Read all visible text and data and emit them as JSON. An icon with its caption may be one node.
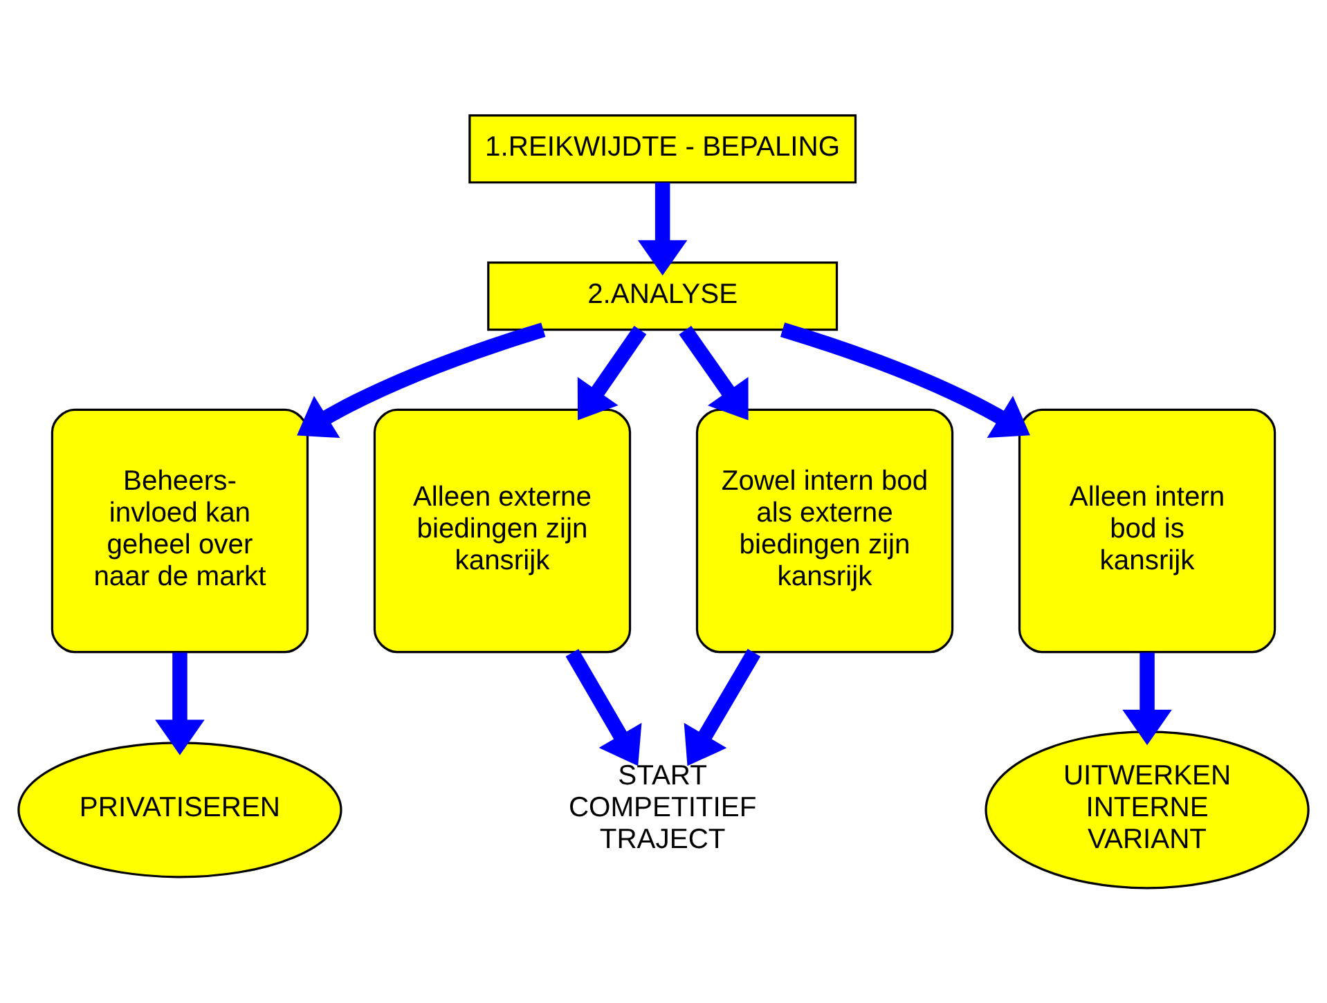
{
  "diagram": {
    "nodes": [
      {
        "text": [
          "1.REIKWIJDTE - BEPALING"
        ]
      },
      {
        "text": [
          "2.ANALYSE"
        ]
      },
      {
        "text": [
          "Beheers- invloed kan geheel over naar de markt"
        ]
      },
      {
        "text": [
          "Alleen externe biedingen zijn kansrijk"
        ]
      },
      {
        "text": [
          "Zowel intern bod als externe biedingen zijn kansrijk"
        ]
      },
      {
        "text": [
          "Alleen intern bod is kansrijk"
        ]
      },
      {
        "text": [
          "PRIVATISEREN"
        ]
      },
      {
        "text": [
          "START COMPETITIEF TRAJECT"
        ]
      },
      {
        "text": [
          "UITWERKEN INTERNE VARIANT"
        ]
      }
    ],
    "edges": [
      {
        "from": 0,
        "to": 1,
        "arrow": "to"
      },
      {
        "from": 1,
        "to": 2,
        "arrow": "to"
      },
      {
        "from": 1,
        "to": 3,
        "arrow": "to"
      },
      {
        "from": 1,
        "to": 4,
        "arrow": "to"
      },
      {
        "from": 1,
        "to": 5,
        "arrow": "to"
      },
      {
        "from": 2,
        "to": 6,
        "arrow": "to"
      },
      {
        "from": 3,
        "to": 7,
        "arrow": "to"
      },
      {
        "from": 4,
        "to": 7,
        "arrow": "to"
      },
      {
        "from": 5,
        "to": 8,
        "arrow": "to"
      }
    ]
  }
}
